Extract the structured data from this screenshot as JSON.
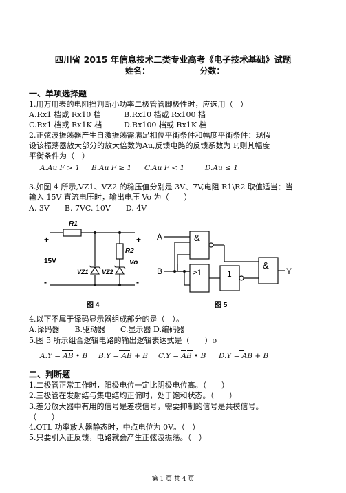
{
  "header": {
    "title": "四川省 2015 年信息技术二类专业高考《电子技术基础》试题",
    "name_label": "姓名：",
    "score_label": "分数："
  },
  "section1": {
    "heading": "一、单项选择题",
    "q1": {
      "stem": "1.用万用表的电阻挡判断小功率二极管管脚极性时，应选用（　）",
      "optA": "A.Rx1 档或 Rx10 档",
      "optB": "B.Rx10 档或 Rx100 档",
      "optC": "C.Rx1 档或 Rx1K 档",
      "optD": "D.Rx100 档或 Rx1K 档"
    },
    "q2": {
      "line1": "2.正弦波振荡器产生自激振荡需满足相位平衡条件和幅度平衡条件：现假",
      "line2": "设该振荡器放大部分的放大倍数为Au,反馈电路的反馈系数为 F,则其幅度",
      "line3": "平衡条件为（　）",
      "optA": "A.Au F > 1",
      "optB": "B.Au F ≥ 1",
      "optC": "C.Au F < 1",
      "optD": "D.Au ≤ 1"
    },
    "q3": {
      "line1": "3.如图 4 所示,VZ1、VZ2 的稳压值分别是 3V、7V,电阻 R1\\R2 取值适当：当",
      "line2": "输入 15V 直流电压时，输出电压 Vo 为（　　）",
      "options": "A. 3V　　B. 7VC. 10V　　D. 4V"
    },
    "figure4": {
      "caption": "图 4",
      "r1": "R1",
      "r2": "R2",
      "input": "15V",
      "vz1": "VZ1",
      "vz2": "VZ2",
      "vo": "Vo",
      "plus": "+",
      "minus": "-"
    },
    "figure5": {
      "caption": "图 5",
      "a": "A",
      "b": "B",
      "y": "Y",
      "and": "&",
      "ge1": "≥1",
      "one": "1"
    },
    "q4": {
      "stem": "4.以下不属于译码显示器组成部分的是（　）。",
      "options": "A.译码器　　B.驱动器　　C.显示器 D.编码器"
    },
    "q5": {
      "stem": "5.图 5 所示组合逻辑电路的输出逻辑表达式是（　　）o",
      "optA": "A.Y = AB • B",
      "optB": "B.Y = AB + B",
      "optC": "C.Y = AB • B",
      "optD": "D.Y = AB + B"
    }
  },
  "section2": {
    "heading": "二、判断题",
    "items": [
      "1.二极管正常工作时，阳极电位一定比阴极电位高。（　　）",
      "2.三极管在发射结与集电结均正偏时，处于饱和状态。（　　）",
      "3.差分放大器中有用的信号是差模信号，需要抑制的信号是共模信号。",
      "（　　）",
      "4.OTL 功率放大器静态时，中点电位为 0V。（　）",
      "5.只要引入正反馈，电路就会产生正弦波振荡。（　）"
    ]
  },
  "footer": {
    "page": "第 1 页 共 4 页"
  }
}
